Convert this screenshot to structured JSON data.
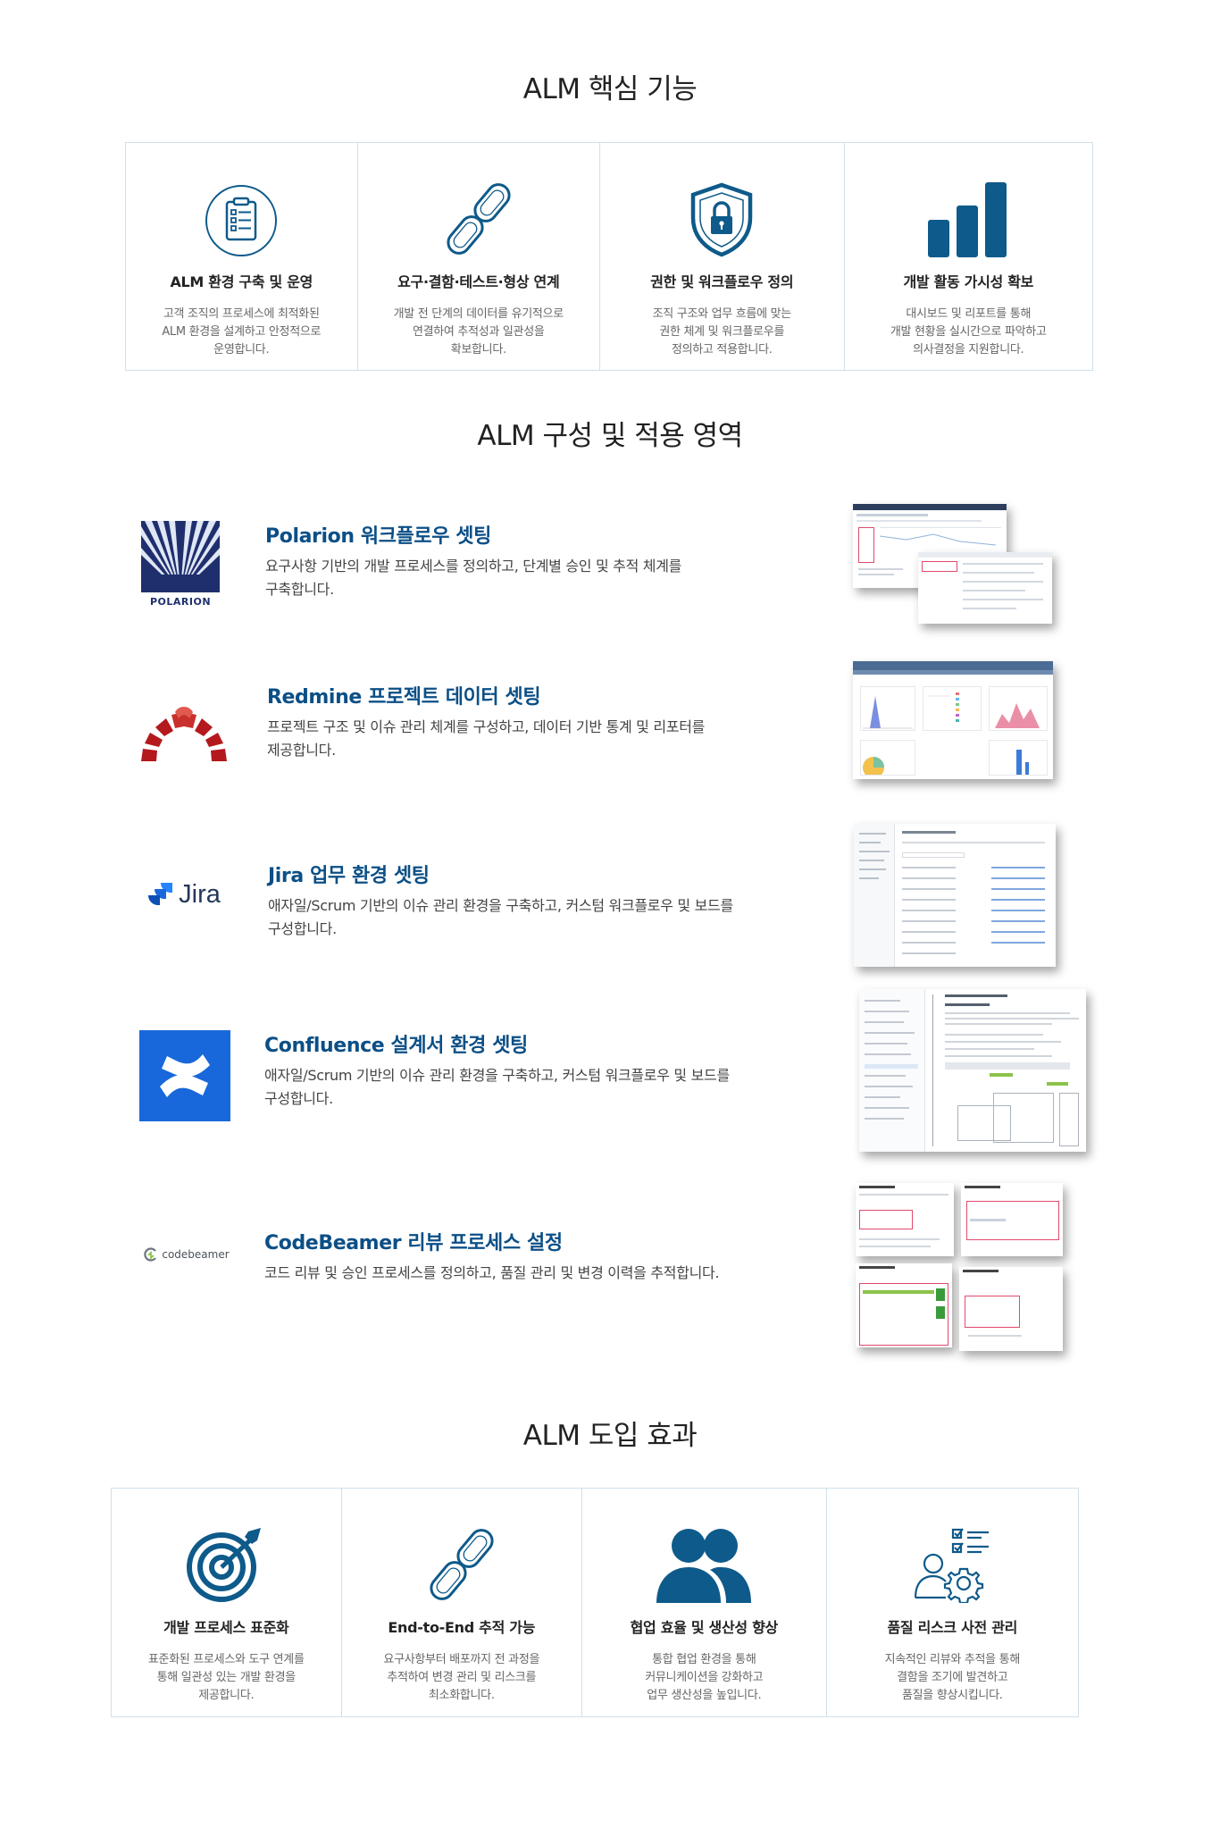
{
  "sections": {
    "core_title": "ALM 핵심 기능",
    "areas_title": "ALM 구성 및 적용 영역",
    "effects_title": "ALM 도입 효과"
  },
  "core_features": [
    {
      "icon": "checklist-clipboard-icon",
      "title": "ALM 환경 구축 및 운영",
      "desc": "고객 조직의 프로세스에 최적화된\nALM 환경을 설계하고 안정적으로\n운영합니다."
    },
    {
      "icon": "chain-link-icon",
      "title": "요구·결함·테스트·형상 연계",
      "desc": "개발 전 단계의 데이터를 유기적으로\n연결하여 추적성과 일관성을\n확보합니다."
    },
    {
      "icon": "shield-lock-icon",
      "title": "권한 및 워크플로우 정의",
      "desc": "조직 구조와 업무 흐름에 맞는\n권한 체계 및 워크플로우를\n정의하고 적용합니다."
    },
    {
      "icon": "bar-chart-icon",
      "title": "개발 활동 가시성 확보",
      "desc": "대시보드 및 리포트를 통해\n개발 현황을 실시간으로 파악하고\n의사결정을 지원합니다."
    }
  ],
  "areas": [
    {
      "logo": "polarion-logo",
      "logo_text": "POLARION",
      "title": "Polarion 워크플로우 셋팅",
      "desc": "요구사항 기반의 개발 프로세스를 정의하고, 단계별 승인 및 추적 체계를\n구축합니다."
    },
    {
      "logo": "redmine-logo",
      "title": "Redmine 프로젝트 데이터 셋팅",
      "desc": "프로젝트 구조 및 이슈 관리 체계를 구성하고, 데이터 기반 통계 및 리포터를\n제공합니다."
    },
    {
      "logo": "jira-logo",
      "logo_text": "Jira",
      "title": "Jira 업무 환경 셋팅",
      "desc": "애자일/Scrum 기반의 이슈 관리 환경을 구축하고, 커스텀 워크플로우 및 보드를\n구성합니다."
    },
    {
      "logo": "confluence-logo",
      "title": "Confluence 설계서 환경 셋팅",
      "desc": "애자일/Scrum 기반의 이슈 관리 환경을 구축하고, 커스텀 워크플로우 및 보드를\n구성합니다."
    },
    {
      "logo": "codebeamer-logo",
      "logo_text": "codebeamer",
      "title": "CodeBeamer 리뷰 프로세스 설정",
      "desc": "코드 리뷰 및 승인 프로세스를 정의하고, 품질 관리 및 변경 이력을 추적합니다."
    }
  ],
  "effects": [
    {
      "icon": "target-icon",
      "title": "개발 프로세스 표준화",
      "desc": "표준화된 프로세스와 도구 연계를\n통해 일관성 있는 개발 환경을\n제공합니다."
    },
    {
      "icon": "chain-link-icon",
      "title": "End-to-End 추적 가능",
      "desc": "요구사항부터 배포까지 전 과정을\n추적하여 변경 관리 및 리스크를\n최소화합니다."
    },
    {
      "icon": "users-icon",
      "title": "협업 효율 및 생산성 향상",
      "desc": "통합 협업 환경을 통해\n커뮤니케이션을 강화하고\n업무 생산성을 높입니다."
    },
    {
      "icon": "checklist-gear-icon",
      "title": "품질 리스크 사전 관리",
      "desc": "지속적인 리뷰와 추적을 통해\n결함을 조기에 발견하고\n품질을 향상시킵니다."
    }
  ],
  "colors": {
    "brand": "#0b4f86",
    "icon": "#0e5a8a",
    "border": "#cfe0ea"
  }
}
